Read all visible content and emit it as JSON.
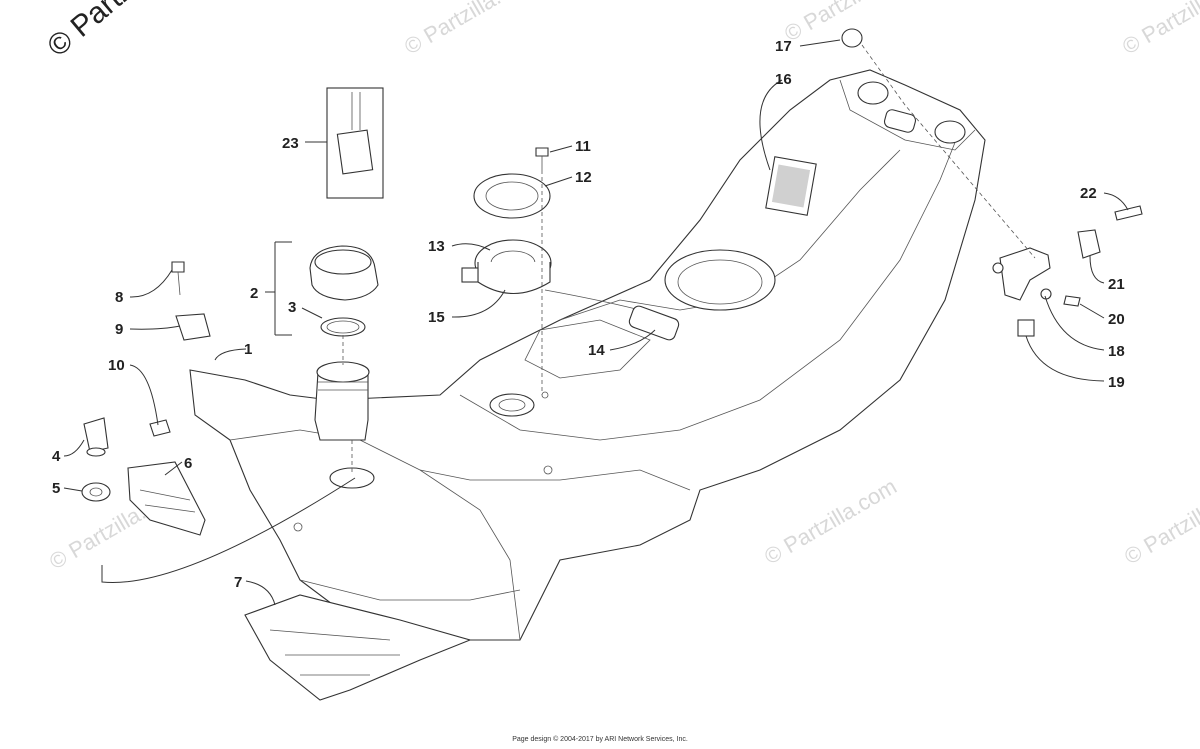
{
  "watermark": "© Partzilla.com",
  "corner_watermark": "© Partzi",
  "footer": "Page design © 2004-2017 by ARI Network Services, Inc.",
  "callouts": [
    "1",
    "2",
    "3",
    "4",
    "5",
    "6",
    "7",
    "8",
    "9",
    "10",
    "11",
    "12",
    "13",
    "14",
    "15",
    "16",
    "17",
    "18",
    "19",
    "20",
    "21",
    "22",
    "23"
  ],
  "colors": {
    "line": "#333333",
    "watermark": "#d8d8d8",
    "background": "#ffffff"
  }
}
